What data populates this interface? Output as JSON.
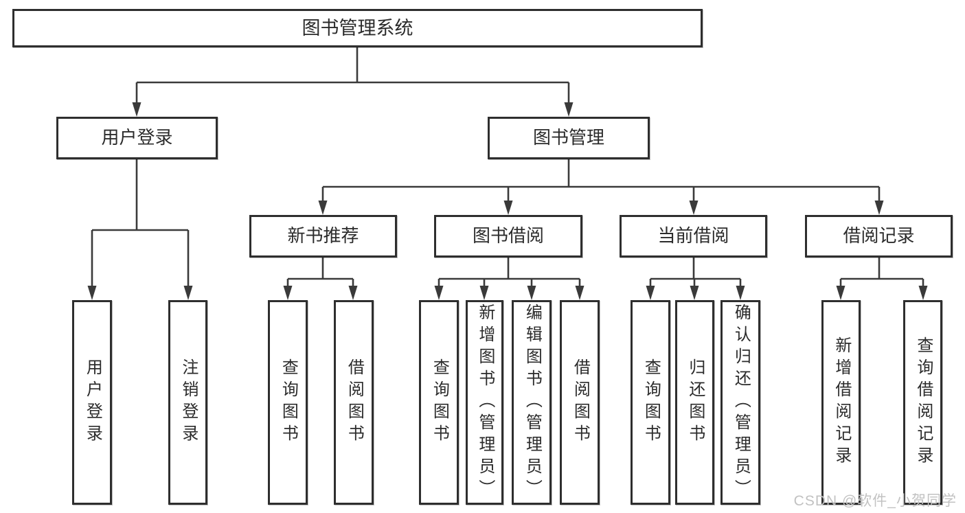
{
  "diagram_title": "图书管理系统",
  "nodes": {
    "root": {
      "label": "图书管理系统"
    },
    "user_login": {
      "label": "用户登录"
    },
    "book_mgmt": {
      "label": "图书管理"
    },
    "new_book_rec": {
      "label": "新书推荐"
    },
    "book_borrow": {
      "label": "图书借阅"
    },
    "current_borrow": {
      "label": "当前借阅"
    },
    "borrow_records": {
      "label": "借阅记录"
    },
    "leaf_user_login": {
      "label": "用户登录"
    },
    "leaf_logout": {
      "label": "注销登录"
    },
    "nb_query": {
      "label": "查询图书"
    },
    "nb_borrow": {
      "label": "借阅图书"
    },
    "bb_query": {
      "label": "查询图书"
    },
    "bb_add": {
      "label": "新增图书（管理员）"
    },
    "bb_edit": {
      "label": "编辑图书（管理员）"
    },
    "bb_borrow": {
      "label": "借阅图书"
    },
    "cb_query": {
      "label": "查询图书"
    },
    "cb_return": {
      "label": "归还图书"
    },
    "cb_confirm": {
      "label": "确认归还（管理员）"
    },
    "br_add": {
      "label": "新增借阅记录"
    },
    "br_query": {
      "label": "查询借阅记录"
    }
  },
  "hierarchy": {
    "label": "图书管理系统",
    "children": [
      {
        "label": "用户登录",
        "children": [
          {
            "label": "用户登录"
          },
          {
            "label": "注销登录"
          }
        ]
      },
      {
        "label": "图书管理",
        "children": [
          {
            "label": "新书推荐",
            "children": [
              {
                "label": "查询图书"
              },
              {
                "label": "借阅图书"
              }
            ]
          },
          {
            "label": "图书借阅",
            "children": [
              {
                "label": "查询图书"
              },
              {
                "label": "新增图书（管理员）"
              },
              {
                "label": "编辑图书（管理员）"
              },
              {
                "label": "借阅图书"
              }
            ]
          },
          {
            "label": "当前借阅",
            "children": [
              {
                "label": "查询图书"
              },
              {
                "label": "归还图书"
              },
              {
                "label": "确认归还（管理员）"
              }
            ]
          },
          {
            "label": "借阅记录",
            "children": [
              {
                "label": "新增借阅记录"
              },
              {
                "label": "查询借阅记录"
              }
            ]
          }
        ]
      }
    ]
  },
  "watermark": {
    "text": "CSDN @软件_小贺同学"
  },
  "colors": {
    "border": "#2e2e2e",
    "line": "#3a3a3a",
    "text": "#2b2b2b",
    "watermark": "#c2c2c2",
    "background": "#ffffff"
  }
}
